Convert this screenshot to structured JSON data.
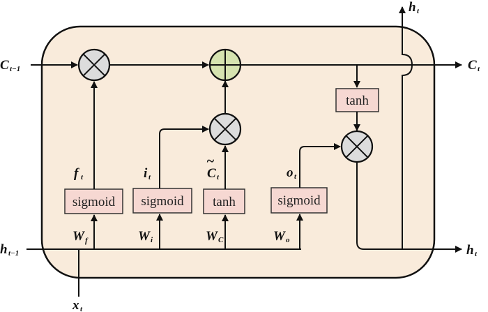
{
  "diagram": {
    "title": "LSTM cell",
    "colors": {
      "cell_fill": "#f9ebdb",
      "box_fill": "#f6d8d2",
      "mult_fill": "#dcdcdc",
      "add_fill": "#d6e3b0",
      "line": "#111111"
    },
    "inputs": {
      "c_prev": {
        "main": "C",
        "sub": "t−1"
      },
      "h_prev": {
        "main": "h",
        "sub": "t−1"
      },
      "x": {
        "main": "x",
        "sub": "t"
      }
    },
    "outputs": {
      "c_out": {
        "main": "C",
        "sub": "t"
      },
      "h_out_right": {
        "main": "h",
        "sub": "t"
      },
      "h_out_top": {
        "main": "h",
        "sub": "t"
      }
    },
    "gates": [
      {
        "id": "forget",
        "box_label": "sigmoid",
        "weight": {
          "main": "W",
          "sub": "f"
        },
        "output": {
          "main": "f",
          "sub": "t"
        }
      },
      {
        "id": "input",
        "box_label": "sigmoid",
        "weight": {
          "main": "W",
          "sub": "i"
        },
        "output": {
          "main": "i",
          "sub": "t"
        }
      },
      {
        "id": "candidate",
        "box_label": "tanh",
        "weight": {
          "main": "W",
          "sub": "C"
        },
        "output": {
          "main": "C",
          "sub": "t",
          "accent": "~"
        }
      },
      {
        "id": "output",
        "box_label": "sigmoid",
        "weight": {
          "main": "W",
          "sub": "o"
        },
        "output": {
          "main": "o",
          "sub": "t"
        }
      }
    ],
    "cell_tanh": {
      "box_label": "tanh"
    },
    "operators": {
      "multiply_symbol": "⊗",
      "add_symbol": "⊕"
    }
  }
}
